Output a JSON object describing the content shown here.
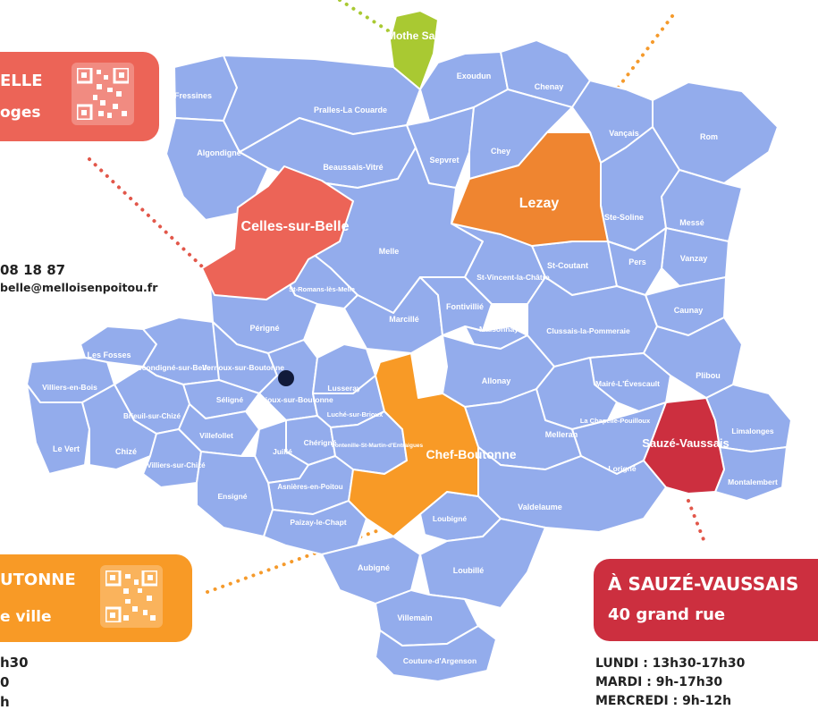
{
  "colors": {
    "commune": "#93acec",
    "border": "#ffffff",
    "celles": "#ec6457",
    "lezay": "#ef8530",
    "chef": "#f89a26",
    "sauze": "#cc2f3f",
    "mothe": "#a9c932",
    "dots_red": "#e2574a",
    "dots_orange": "#f59a2b"
  },
  "communes": [
    {
      "name": "Fressines",
      "cls": "b"
    },
    {
      "name": "Algondigné",
      "cls": "b"
    },
    {
      "name": "Pralles-La Couarde",
      "cls": "b"
    },
    {
      "name": "Exoudun",
      "cls": "b"
    },
    {
      "name": "Chenay",
      "cls": "b"
    },
    {
      "name": "Beaussais-Vitré",
      "cls": "b"
    },
    {
      "name": "Sepvret",
      "cls": "b"
    },
    {
      "name": "Chey",
      "cls": "b"
    },
    {
      "name": "Vançais",
      "cls": "b"
    },
    {
      "name": "Rom",
      "cls": "b"
    },
    {
      "name": "Ste-Soline",
      "cls": "b"
    },
    {
      "name": "Messé",
      "cls": "b"
    },
    {
      "name": "Vanzay",
      "cls": "b"
    },
    {
      "name": "Melle",
      "cls": "b"
    },
    {
      "name": "St-Coutant",
      "cls": "b"
    },
    {
      "name": "Pers",
      "cls": "b"
    },
    {
      "name": "St-Vincent-la-Châtre",
      "cls": "b"
    },
    {
      "name": "St-Romans-lès-Melle",
      "cls": "b"
    },
    {
      "name": "Périgné",
      "cls": "b"
    },
    {
      "name": "Marcillé",
      "cls": "b"
    },
    {
      "name": "Fontivillié",
      "cls": "b"
    },
    {
      "name": "Caunay",
      "cls": "b"
    },
    {
      "name": "Maisonnay",
      "cls": "b"
    },
    {
      "name": "Clussais-la-Pommeraie",
      "cls": "b"
    },
    {
      "name": "Les Fosses",
      "cls": "b"
    },
    {
      "name": "Secondigné-sur-Belle",
      "cls": "b"
    },
    {
      "name": "Vernoux-sur-Boutonne",
      "cls": "b"
    },
    {
      "name": "Villiers-en-Bois",
      "cls": "b"
    },
    {
      "name": "Séligné",
      "cls": "b"
    },
    {
      "name": "Brioux-sur-Boutonne",
      "cls": "b"
    },
    {
      "name": "Lusseray",
      "cls": "b"
    },
    {
      "name": "Allonay",
      "cls": "b"
    },
    {
      "name": "Mairé-L'Évescault",
      "cls": "b"
    },
    {
      "name": "Plibou",
      "cls": "b"
    },
    {
      "name": "Brieuil-sur-Chizé",
      "cls": "b"
    },
    {
      "name": "Luché-sur-Brioux",
      "cls": "b"
    },
    {
      "name": "La Chapelle-Pouilloux",
      "cls": "b"
    },
    {
      "name": "Limalonges",
      "cls": "b"
    },
    {
      "name": "Le Vert",
      "cls": "b"
    },
    {
      "name": "Chizé",
      "cls": "b"
    },
    {
      "name": "Villefollet",
      "cls": "b"
    },
    {
      "name": "Chérigné",
      "cls": "b"
    },
    {
      "name": "Fontenille-St-Martin-d'Entraigues",
      "cls": "b"
    },
    {
      "name": "Melleran",
      "cls": "b"
    },
    {
      "name": "Juillé",
      "cls": "b"
    },
    {
      "name": "Villiers-sur-Chizé",
      "cls": "b"
    },
    {
      "name": "Lorigné",
      "cls": "b"
    },
    {
      "name": "Montalembert",
      "cls": "b"
    },
    {
      "name": "Asnières-en-Poitou",
      "cls": "b"
    },
    {
      "name": "Ensigné",
      "cls": "b"
    },
    {
      "name": "Valdelaume",
      "cls": "b"
    },
    {
      "name": "Paizay-le-Chapt",
      "cls": "b"
    },
    {
      "name": "Loubigné",
      "cls": "b"
    },
    {
      "name": "Aubigné",
      "cls": "b"
    },
    {
      "name": "Loubillé",
      "cls": "b"
    },
    {
      "name": "Villemain",
      "cls": "b"
    },
    {
      "name": "Couture-d'Argenson",
      "cls": "b"
    },
    {
      "name": "Celles-sur-Belle",
      "cls": "celles"
    },
    {
      "name": "Lezay",
      "cls": "lezay"
    },
    {
      "name": "Chef-Boutonne",
      "cls": "chef"
    },
    {
      "name": "Sauzé-Vaussais",
      "cls": "sauze"
    },
    {
      "name": "La Mothe Saint-Héray",
      "cls": "mothe"
    }
  ],
  "cards": {
    "celles": {
      "line1": "ELLE",
      "line2": "oges"
    },
    "chef": {
      "line1": "UTONNE",
      "line2": "e ville"
    },
    "sauze": {
      "line1": "À SAUZÉ-VAUSSAIS",
      "line2": "40 grand rue"
    }
  },
  "contact": {
    "phone": "08 18 87",
    "email": "belle@melloisenpoitou.fr"
  },
  "hours_chef": [
    "h30",
    "0",
    "h"
  ],
  "hours_sauze": [
    "LUNDI : 13h30-17h30",
    "MARDI : 9h-17h30",
    "MERCREDI : 9h-12h"
  ]
}
